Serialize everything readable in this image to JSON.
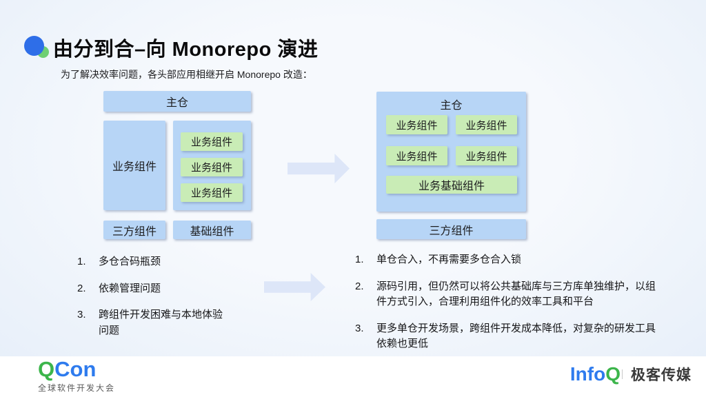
{
  "slide": {
    "title": "由分到合–向 Monorepo 演进",
    "subtitle": "为了解决效率问题，各头部应用相继开启 Monorepo 改造："
  },
  "left_diagram": {
    "main_repo": "主仓",
    "business_component": "业务组件",
    "sub_components": [
      "业务组件",
      "业务组件",
      "业务组件"
    ],
    "third_party": "三方组件",
    "base_component": "基础组件"
  },
  "right_diagram": {
    "main_repo": "主仓",
    "components": [
      "业务组件",
      "业务组件",
      "业务组件",
      "业务组件"
    ],
    "business_base_component": "业务基础组件",
    "third_party": "三方组件"
  },
  "left_list": {
    "items": [
      {
        "num": "1.",
        "text": "多仓合码瓶颈"
      },
      {
        "num": "2.",
        "text": "依赖管理问题"
      },
      {
        "num": "3.",
        "text": "跨组件开发困难与本地体验问题"
      }
    ]
  },
  "right_list": {
    "items": [
      {
        "num": "1.",
        "text": "单仓合入，不再需要多仓合入锁"
      },
      {
        "num": "2.",
        "text": "源码引用，但仍然可以将公共基础库与三方库单独维护，以组件方式引入，合理利用组件化的效率工具和平台"
      },
      {
        "num": "3.",
        "text": "更多单仓开发场景，跨组件开发成本降低，对复杂的研发工具依赖也更低"
      }
    ]
  },
  "footer": {
    "qcon": {
      "q": "Q",
      "con": "Con",
      "subtitle": "全球软件开发大会"
    },
    "infoq": {
      "info": "Info",
      "q": "Q",
      "media": "极客传媒"
    }
  },
  "colors": {
    "blue_box": "#b7d5f6",
    "green_box": "#c9ecb6",
    "arrow": "#dde6f8",
    "brand_green": "#3cb54b",
    "brand_blue": "#2e7bee",
    "logo_dot_blue": "#2e6ee8",
    "logo_dot_green": "#6fcf73"
  }
}
